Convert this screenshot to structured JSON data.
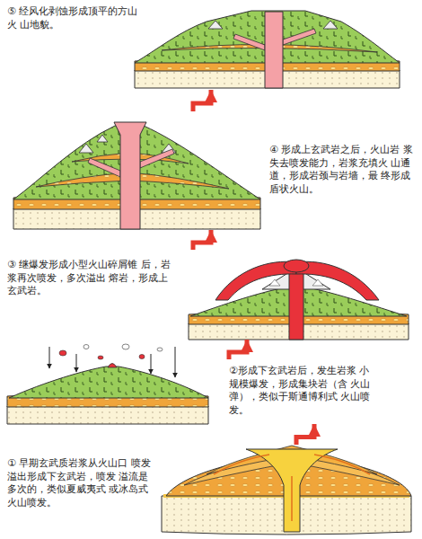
{
  "diagram": {
    "nodes": [
      {
        "text": [
          "① 早期玄武质岩浆从火山口 喷发溢出形成下玄武岩，喷发 溢流是多次的，类似夏威夷式 或冰岛式火山喷发。"
        ]
      },
      {
        "text": [
          "②形成下玄武岩后，发生岩浆 小规模爆发，形成集块岩（含 火山弹），类似于斯通博利式 火山喷发。"
        ]
      },
      {
        "text": [
          "③ 继爆发形成小型火山碎屑锥 后，岩浆再次喷发，多次溢出 熔岩，形成上玄武岩。"
        ]
      },
      {
        "text": [
          "④ 形成上玄武岩之后，火山岩 浆失去喷发能力，岩浆充填火 山通道，形成岩颈与岩墙，最 终形成盾状火山。"
        ]
      },
      {
        "text": [
          "⑤ 经风化剥蚀形成顶平的方山火 山地貌。"
        ]
      }
    ],
    "edges": [
      {
        "from": 0,
        "to": 1,
        "arrow": "to"
      },
      {
        "from": 1,
        "to": 2,
        "arrow": "to"
      },
      {
        "from": 2,
        "to": 3,
        "arrow": "to"
      },
      {
        "from": 3,
        "to": 4,
        "arrow": "to"
      }
    ]
  }
}
